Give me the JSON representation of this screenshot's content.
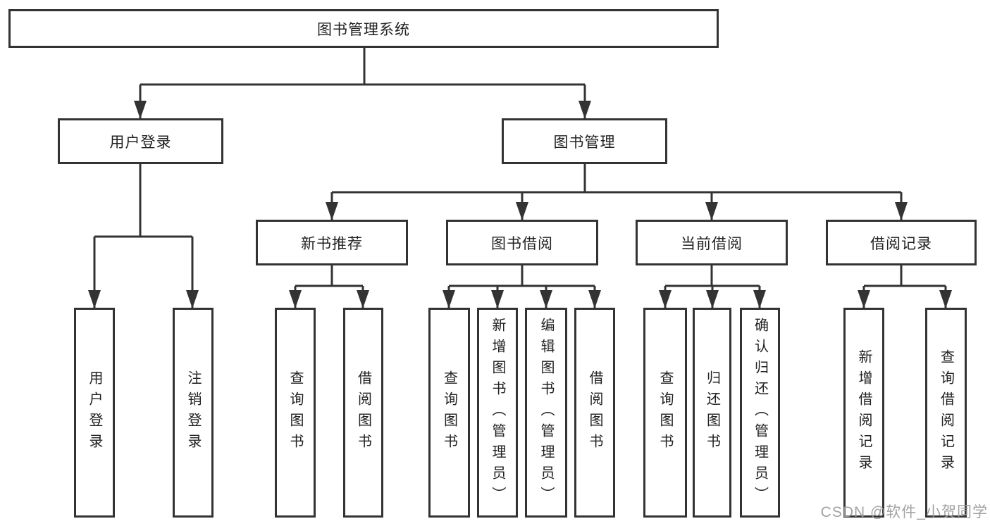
{
  "root": {
    "label": "图书管理系统"
  },
  "branches": {
    "user_login": {
      "label": "用户登录",
      "children": [
        {
          "label": "用户登录"
        },
        {
          "label": "注销登录"
        }
      ]
    },
    "book_management": {
      "label": "图书管理",
      "sections": {
        "new_book_recommendation": {
          "label": "新书推荐",
          "children": [
            {
              "label": "查询图书"
            },
            {
              "label": "借阅图书"
            }
          ]
        },
        "book_borrowing": {
          "label": "图书借阅",
          "children": [
            {
              "label": "查询图书"
            },
            {
              "label": "新增图书（管理员）"
            },
            {
              "label": "编辑图书（管理员）"
            },
            {
              "label": "借阅图书"
            }
          ]
        },
        "current_borrowing": {
          "label": "当前借阅",
          "children": [
            {
              "label": "查询图书"
            },
            {
              "label": "归还图书"
            },
            {
              "label": "确认归还（管理员）"
            }
          ]
        },
        "borrowing_records": {
          "label": "借阅记录",
          "children": [
            {
              "label": "新增借阅记录"
            },
            {
              "label": "查询借阅记录"
            }
          ]
        }
      }
    }
  },
  "watermark": {
    "text": "CSDN @软件_小贺同学"
  },
  "colors": {
    "line": "#333333",
    "text": "#212121",
    "watermark": "#9b9b9b",
    "background": "#ffffff"
  }
}
